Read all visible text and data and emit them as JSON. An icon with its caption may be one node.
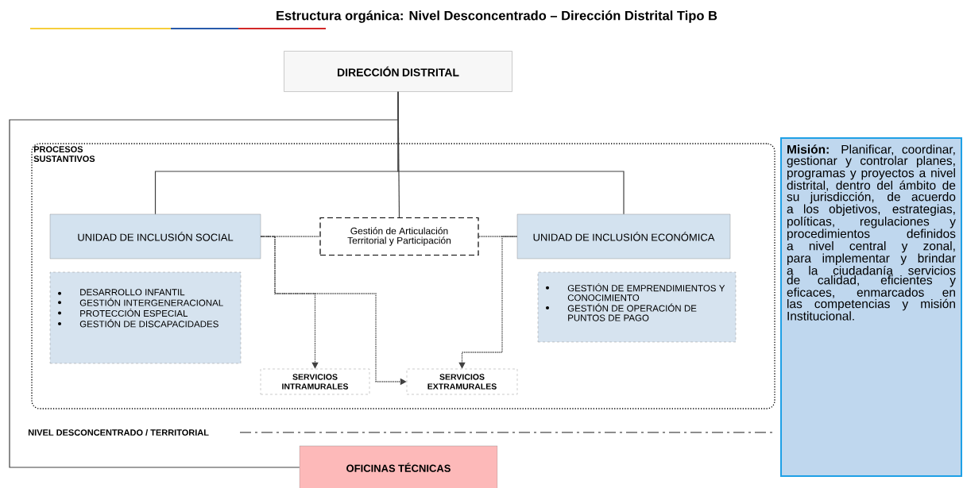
{
  "diagram": {
    "title": "Estructura orgánica: Nivel Desconcentrado – Dirección Distrital Tipo B",
    "nodes": [
      {
        "text": [
          "DIRECCIÓN DISTRITAL"
        ]
      },
      {
        "text": [
          "PROCESOS SUSTANTIVOS"
        ]
      },
      {
        "text": [
          "UNIDAD DE INCLUSIÓN SOCIAL"
        ],
        "in": 1
      },
      {
        "text": [
          "Gestión de Articulación Territorial y Participación"
        ],
        "in": 1
      },
      {
        "text": [
          "UNIDAD DE INCLUSIÓN ECONÓMICA"
        ],
        "in": 1
      },
      {
        "text": [
          "DESARROLLO INFANTIL",
          "GESTIÓN INTERGENERACIONAL",
          "PROTECCIÓN ESPECIAL",
          "GESTIÓN DE DISCAPACIDADES"
        ],
        "in": 1
      },
      {
        "text": [
          "GESTIÓN DE EMPRENDIMIENTOS Y CONOCIMIENTO",
          "GESTIÓN DE OPERACIÓN DE PUNTOS DE PAGO"
        ],
        "in": 1
      },
      {
        "text": [
          "SERVICIOS INTRAMURALES"
        ],
        "in": 1
      },
      {
        "text": [
          "SERVICIOS EXTRAMURALES"
        ],
        "in": 1
      },
      {
        "text": [
          "OFICINAS TÉCNICAS"
        ]
      },
      {
        "text": [
          "**Misión:** Planificar, coordinar, gestionar y controlar planes, programas y proyectos a nivel distrital, dentro del ámbito de su jurisdicción, de acuerdo a los objetivos, estrategias, políticas, regulaciones y procedimientos definidos a nivel central y zonal, para implementar y brindar a la ciudadanía servicios de calidad, eficientes y eficaces, enmarcados en las competencias y misión Institucional."
        ]
      }
    ],
    "edges": [
      {
        "from": 0,
        "to": 2,
        "arrow": "none"
      },
      {
        "from": 0,
        "to": 3,
        "arrow": "none"
      },
      {
        "from": 0,
        "to": 4,
        "arrow": "none"
      },
      {
        "from": 0,
        "to": 9,
        "arrow": "none"
      },
      {
        "from": 2,
        "to": 3,
        "arrow": "none",
        "style": "dashed"
      },
      {
        "from": 3,
        "to": 4,
        "arrow": "none",
        "style": "dashed"
      },
      {
        "from": 2,
        "to": 7,
        "arrow": "to",
        "style": "dashed"
      },
      {
        "from": 2,
        "to": 8,
        "arrow": "to",
        "style": "dashed"
      },
      {
        "from": 4,
        "to": 8,
        "arrow": "to",
        "style": "dashed"
      }
    ],
    "labels": [
      "NIVEL DESCONCENTRADO / TERRITORIAL"
    ]
  }
}
